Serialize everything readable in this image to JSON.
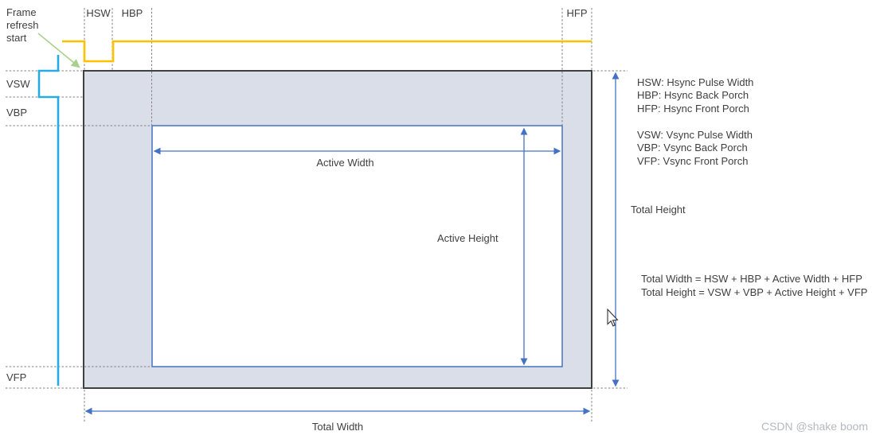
{
  "colors": {
    "hsync_waveform": "#FFC000",
    "vsync_waveform": "#29ABE2",
    "measure_arrows_and_active_border": "#4472C4",
    "frame_fill": "#D9DEE8",
    "frame_border": "#404040",
    "frame_refresh_arrow": "#A9D18E",
    "dashed_guides": "#808080",
    "text": "#3F3F3F",
    "watermark": "#B5B9BC"
  },
  "annotations": {
    "frame_refresh_start": "Frame refresh start",
    "hsw": "HSW",
    "hbp": "HBP",
    "hfp": "HFP",
    "vsw": "VSW",
    "vbp": "VBP",
    "vfp": "VFP",
    "active_width": "Active Width",
    "active_height": "Active Height",
    "total_height": "Total Height",
    "total_width": "Total Width"
  },
  "legend": {
    "hsync": [
      "HSW: Hsync Pulse Width",
      "HBP: Hsync Back Porch",
      "HFP: Hsync Front Porch"
    ],
    "vsync": [
      "VSW: Vsync Pulse Width",
      "VBP: Vsync Back Porch",
      "VFP: Vsync Front Porch"
    ]
  },
  "formulas": [
    "Total Width = HSW + HBP + Active Width + HFP",
    "Total Height = VSW + VBP + Active Height + VFP"
  ],
  "watermark": "CSDN @shake boom"
}
